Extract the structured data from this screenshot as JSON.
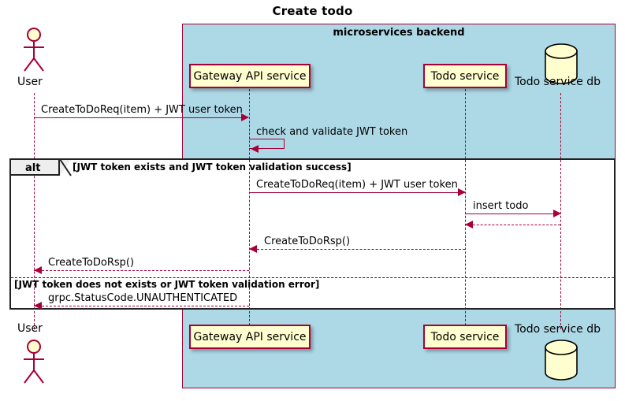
{
  "title": "Create todo",
  "group": {
    "label": "microservices backend",
    "fill": "#ADD8E6",
    "border": "#A80036"
  },
  "colors": {
    "accent": "#A80036",
    "participant_fill": "#FEFECE",
    "group_fill": "#ADD8E6",
    "frame_border": "#222222",
    "tab_fill": "#EEEEEE"
  },
  "participants": [
    {
      "id": "user",
      "label": "User",
      "type": "actor"
    },
    {
      "id": "gateway",
      "label": "Gateway API service",
      "type": "participant"
    },
    {
      "id": "todo",
      "label": "Todo service",
      "type": "participant"
    },
    {
      "id": "tododb",
      "label": "Todo service db",
      "type": "database"
    }
  ],
  "messages": [
    {
      "id": "m1",
      "label": "CreateToDoReq(item) + JWT user token",
      "from": "user",
      "to": "gateway",
      "style": "solid"
    },
    {
      "id": "m2",
      "label": "check and validate JWT token",
      "from": "gateway",
      "to": "gateway",
      "style": "solid",
      "self": true
    },
    {
      "id": "m3",
      "label": "CreateToDoReq(item) + JWT user token",
      "from": "gateway",
      "to": "todo",
      "style": "solid"
    },
    {
      "id": "m4",
      "label": "insert todo",
      "from": "todo",
      "to": "tododb",
      "style": "solid"
    },
    {
      "id": "m5",
      "label": "",
      "from": "tododb",
      "to": "todo",
      "style": "dotted"
    },
    {
      "id": "m6",
      "label": "CreateToDoRsp()",
      "from": "todo",
      "to": "gateway",
      "style": "dotted"
    },
    {
      "id": "m7",
      "label": "CreateToDoRsp()",
      "from": "gateway",
      "to": "user",
      "style": "dotted"
    },
    {
      "id": "m8",
      "label": "grpc.StatusCode.UNAUTHENTICATED",
      "from": "gateway",
      "to": "user",
      "style": "dotted"
    }
  ],
  "alt": {
    "operator": "alt",
    "branch1_condition": "[JWT token exists and JWT token validation success]",
    "branch2_condition": "[JWT token does not exists or JWT token validation error]"
  }
}
